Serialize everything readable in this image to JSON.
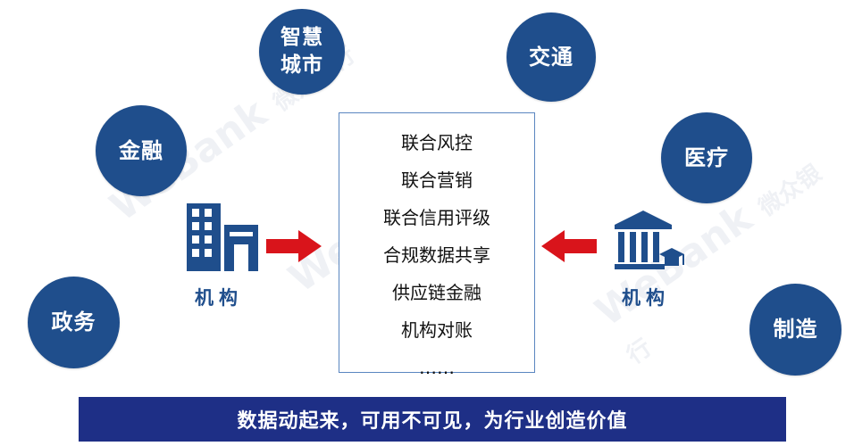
{
  "circles": {
    "smart_city": [
      "智慧",
      "城市"
    ],
    "transport": "交通",
    "finance": "金融",
    "medical": "医疗",
    "government": "政务",
    "manufacturing": "制造"
  },
  "center_items": [
    "联合风控",
    "联合营销",
    "联合信用评级",
    "合规数据共享",
    "供应链金融",
    "机构对账",
    "……"
  ],
  "left_institution": "机构",
  "right_institution": "机构",
  "banner": "数据动起来，可用不可见，为行业创造价值",
  "watermark": [
    "WeBank",
    "微众银行"
  ],
  "colors": {
    "circle": "#1f4e8c",
    "banner": "#1e2f86",
    "arrow": "#d9141b",
    "icon": "#1f4e8c"
  },
  "icons": {
    "left": "office-building-icon",
    "right": "bank-building-icon"
  }
}
